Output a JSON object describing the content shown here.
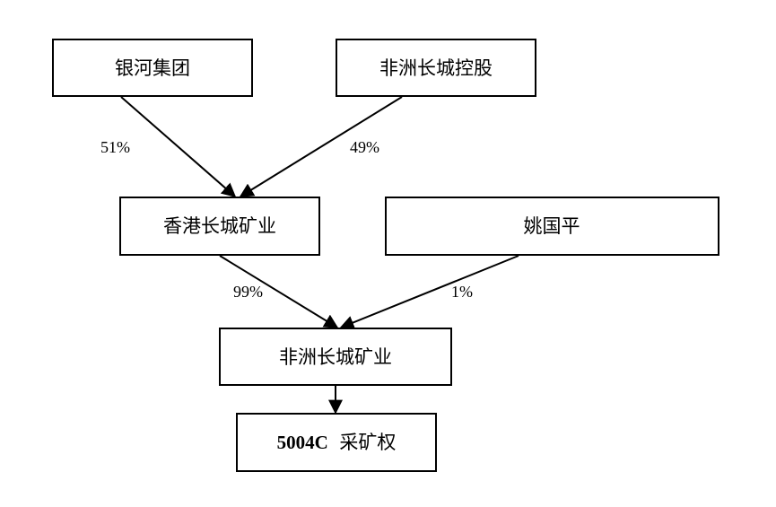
{
  "nodes": {
    "yinhe": "银河集团",
    "africa_holding": "非洲长城控股",
    "hk_mining": "香港长城矿业",
    "yao": "姚国平",
    "africa_mining": "非洲长城矿业",
    "rights": {
      "code": "5004C",
      "label": "采矿权"
    }
  },
  "edges": {
    "yinhe_hk": "51%",
    "africa_holding_hk": "49%",
    "hk_africa_mining": "99%",
    "yao_africa_mining": "1%"
  }
}
